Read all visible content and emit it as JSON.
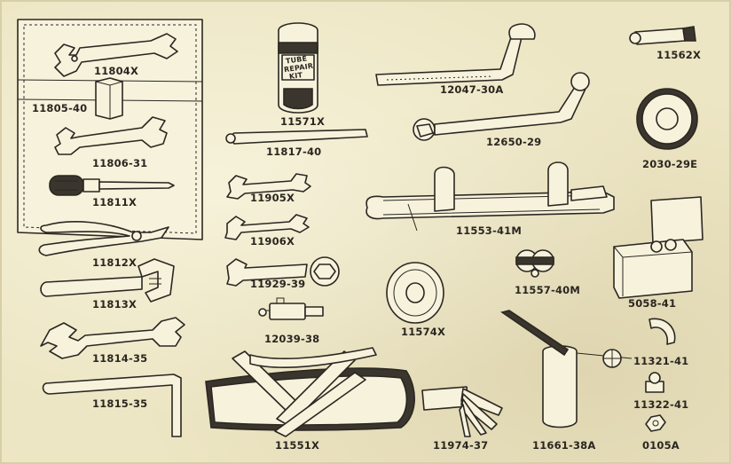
{
  "labels": {
    "p11804": "11804X",
    "p11805": "11805-40",
    "p11806": "11806-31",
    "p11811": "11811X",
    "p11812": "11812X",
    "p11813": "11813X",
    "p11814": "11814-35",
    "p11815": "11815-35",
    "p11571": "11571X",
    "p11817": "11817-40",
    "p11905": "11905X",
    "p11906": "11906X",
    "p11929": "11929-39",
    "p12039": "12039-38",
    "p11551": "11551X",
    "p12047": "12047-30A",
    "p12650": "12650-29",
    "p11553": "11553-41M",
    "p11557": "11557-40M",
    "p11574": "11574X",
    "p11974": "11974-37",
    "p11661": "11661-38A",
    "p11562": "11562X",
    "p2030": "2030-29E",
    "p5058": "5058-41",
    "p11321": "11321-41",
    "p11322": "11322-41",
    "p0105": "0105A"
  },
  "tube_kit_text": [
    "TUBE",
    "REPAIR",
    "KIT"
  ],
  "colors": {
    "paper": "#ede6c4",
    "ink": "#2b2722"
  }
}
